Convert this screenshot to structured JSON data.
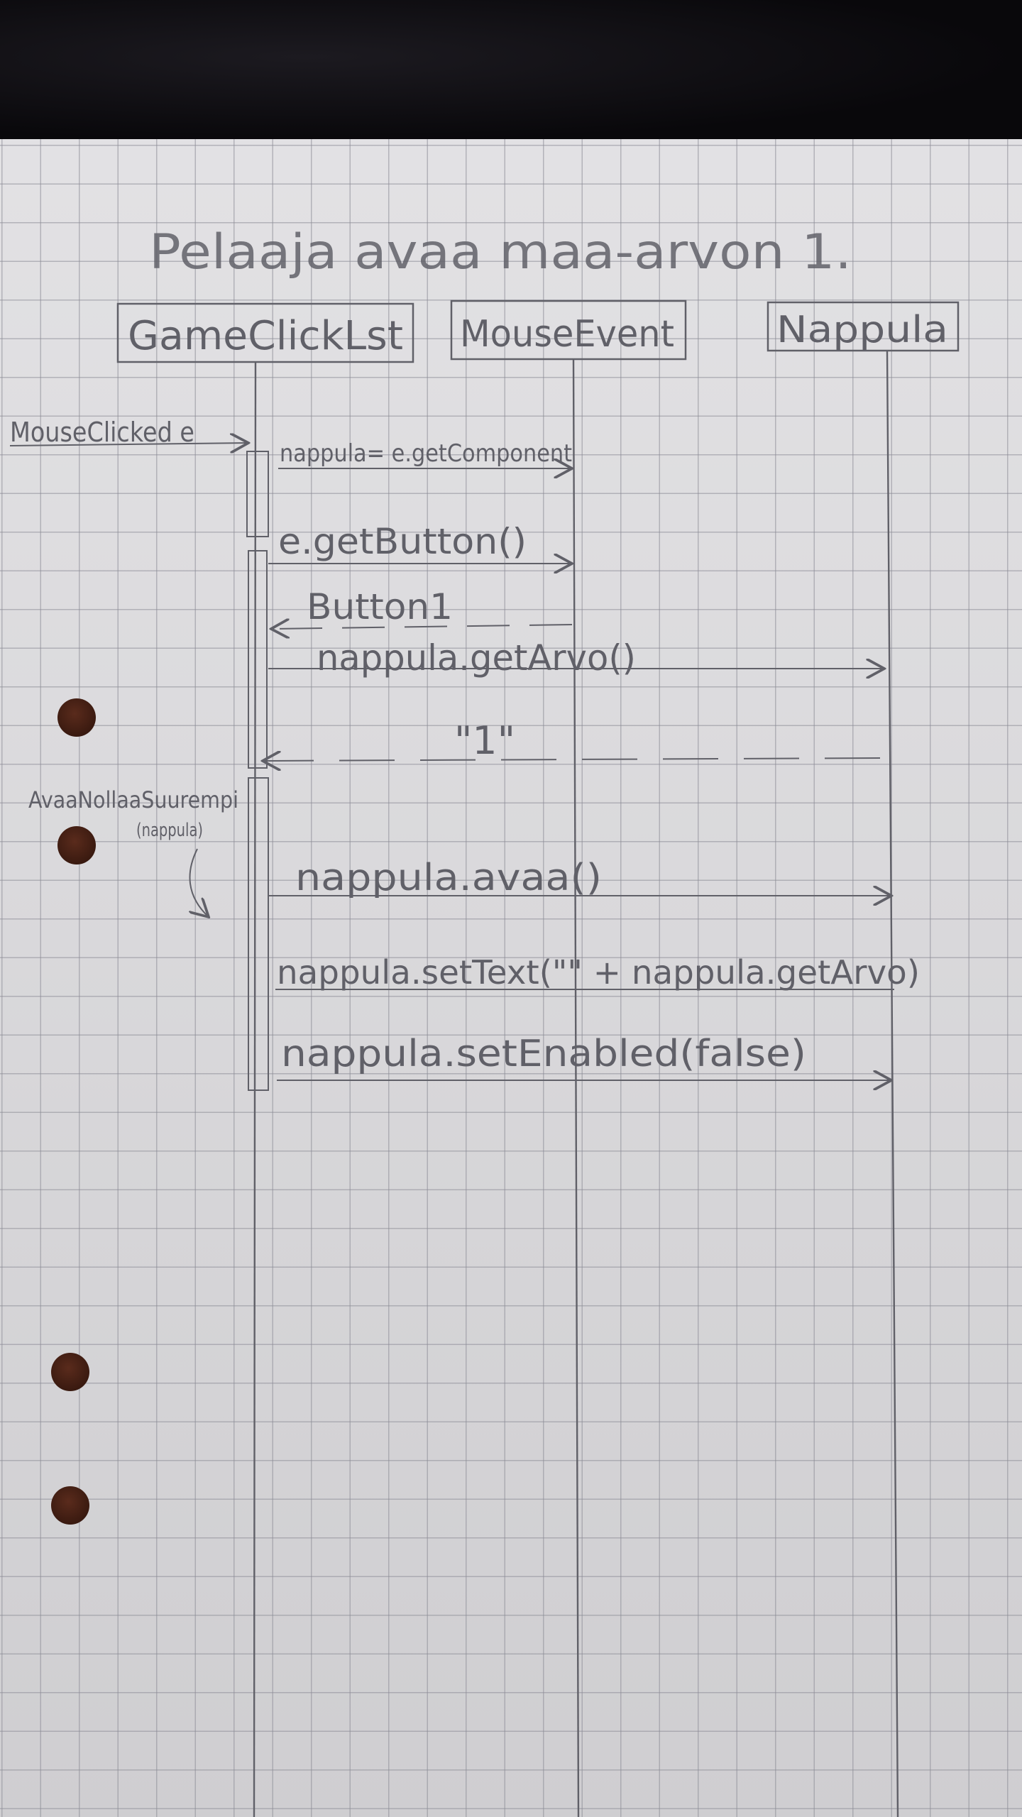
{
  "diagram": {
    "title": "Pelaaja avaa maa-arvon 1.",
    "lifelines": [
      {
        "id": "game",
        "label": "GameClickLst"
      },
      {
        "id": "mouse",
        "label": "MouseEvent"
      },
      {
        "id": "nappula",
        "label": "Nappula"
      }
    ],
    "trigger_label": "MouseClicked e",
    "messages": [
      {
        "label": "nappula= e.getComponent"
      },
      {
        "label": "e.getButton()"
      },
      {
        "label": "Button1"
      },
      {
        "label": "nappula.getArvo()"
      },
      {
        "label": "\"1\""
      },
      {
        "label": "nappula.avaa()"
      },
      {
        "label": "nappula.setText(\"\" + nappula.getArvo)"
      },
      {
        "label": "nappula.setEnabled(false)"
      }
    ],
    "note": {
      "line1": "AvaaNollaaSuurempi",
      "line2": "(nappula)"
    },
    "colors": {
      "paper": "#dcdbde",
      "grid": "#8c8c96",
      "pencil": "#606068",
      "punch_hole": "#3a1a10"
    }
  }
}
